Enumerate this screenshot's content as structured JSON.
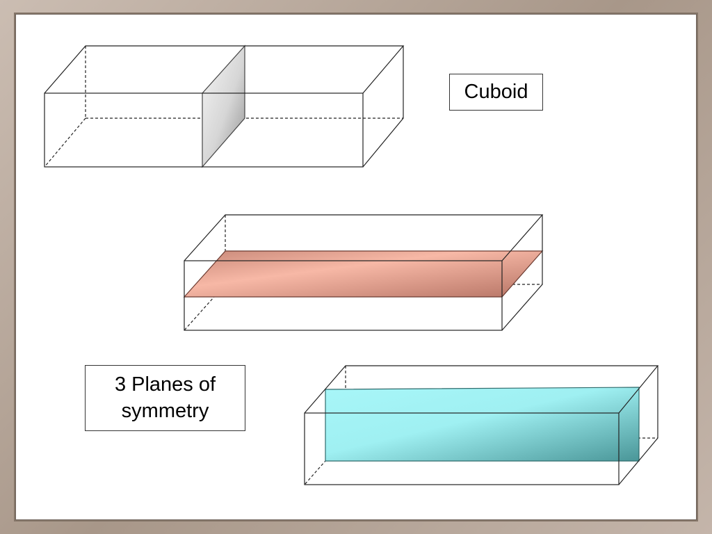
{
  "labels": {
    "cuboid": "Cuboid",
    "planes_line1": "3 Planes of",
    "planes_line2": "symmetry"
  },
  "colors": {
    "edge": "#222222",
    "plane_vertical_light": "#f4f4f4",
    "plane_vertical_dark": "#9a9a9a",
    "plane_horizontal_light": "#f7b8a6",
    "plane_horizontal_dark": "#c07e70",
    "plane_longitudinal_light": "#a8f6f8",
    "plane_longitudinal_dark": "#4f9ea0"
  },
  "cuboids": [
    {
      "name": "cuboid-1",
      "plane": "vertical-middle"
    },
    {
      "name": "cuboid-2",
      "plane": "horizontal-middle"
    },
    {
      "name": "cuboid-3",
      "plane": "longitudinal-middle"
    }
  ]
}
